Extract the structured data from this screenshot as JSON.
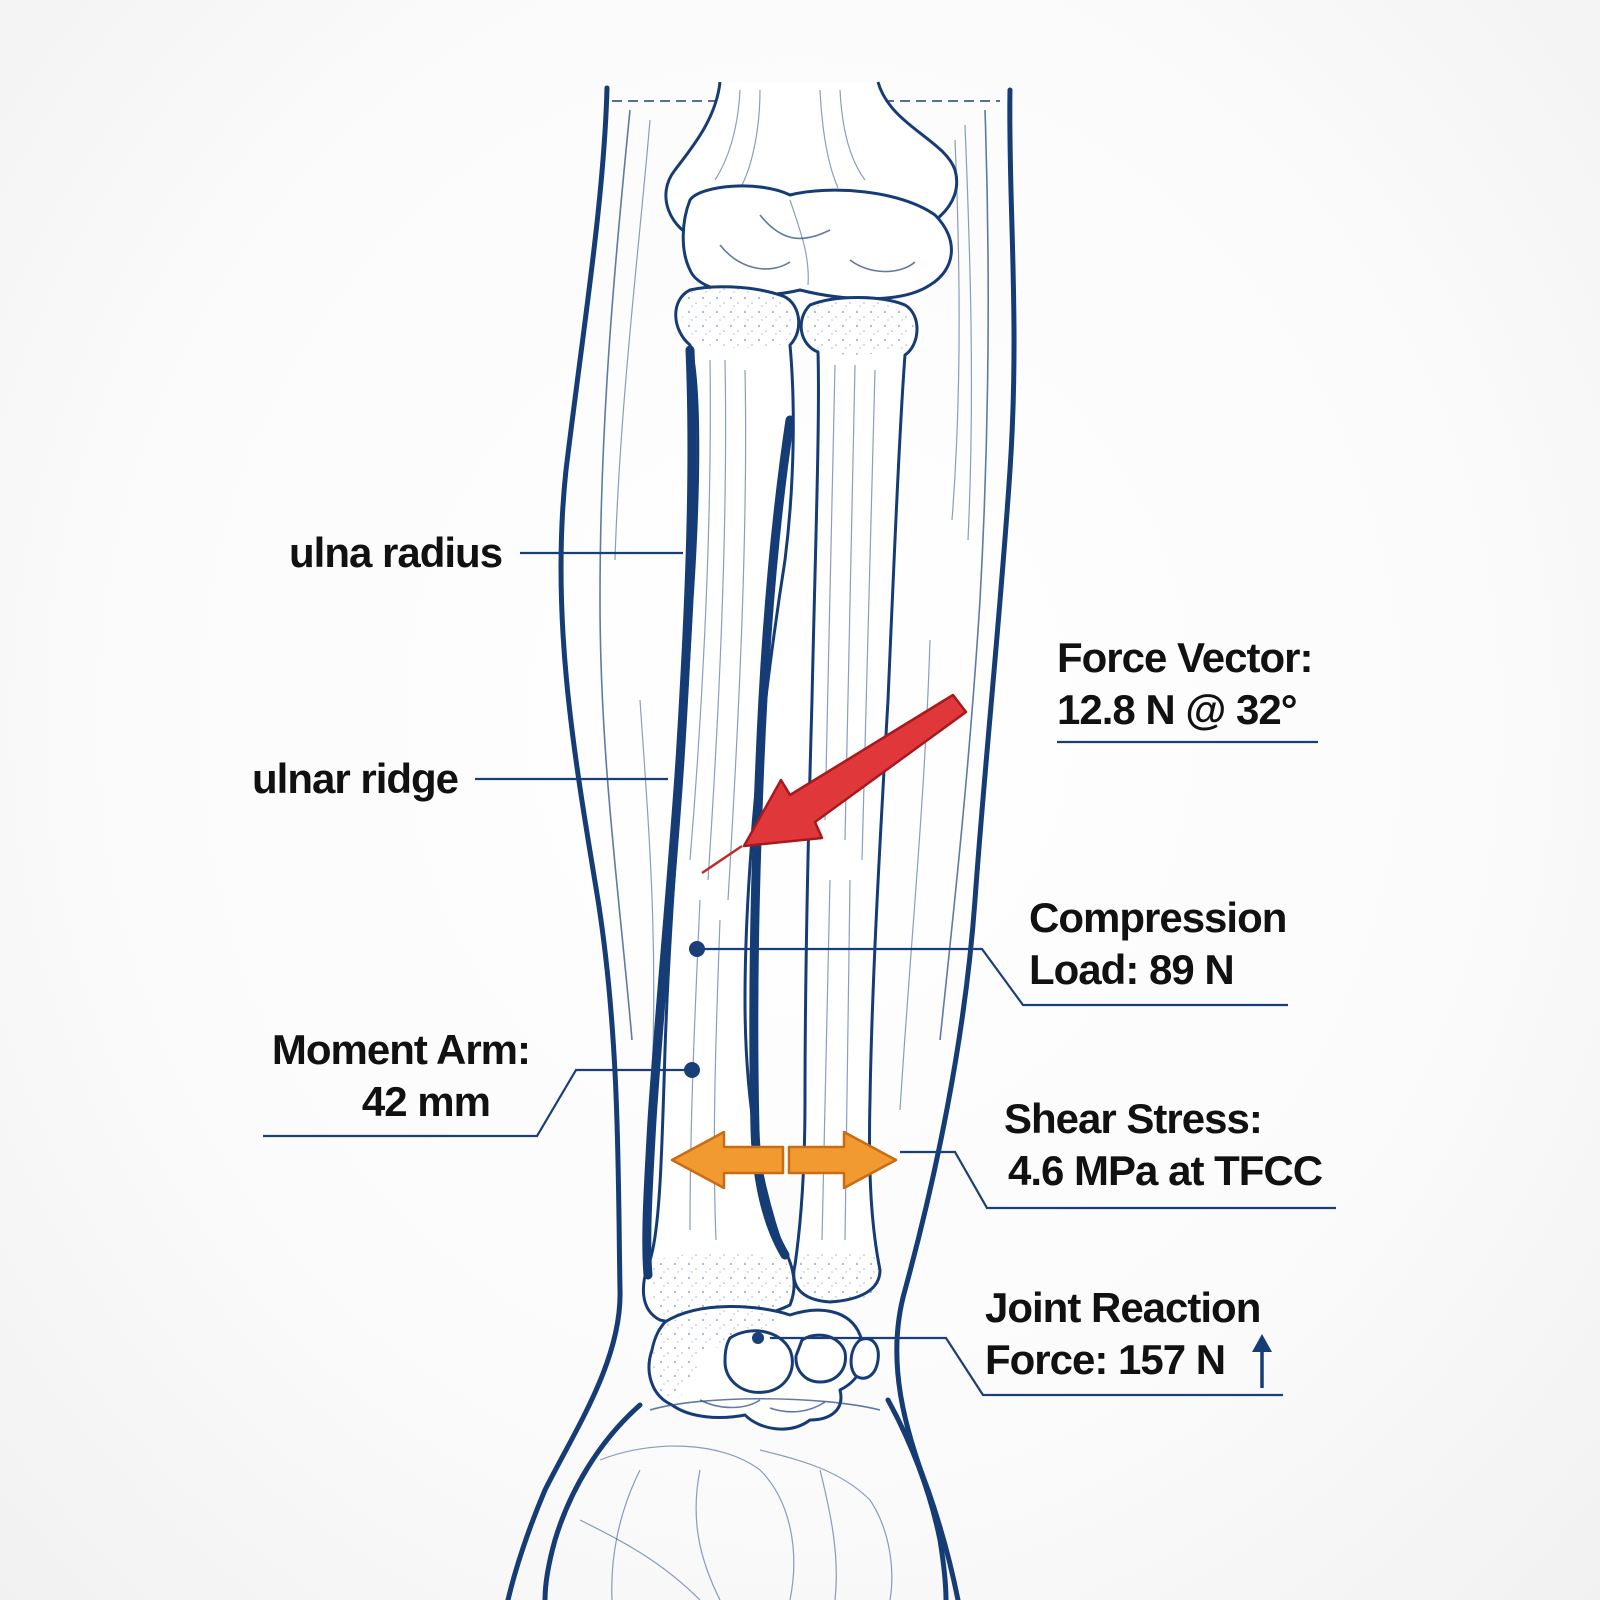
{
  "labels": {
    "ulna_radius": "ulna radius",
    "ulnar_ridge": "ulnar ridge",
    "force_vector": {
      "line1": "Force Vector:",
      "line2": "12.8 N @ 32°"
    },
    "compression": {
      "line1": "Compression",
      "line2": "Load: 89 N"
    },
    "moment_arm": {
      "line1": "Moment Arm:",
      "line2": "42 mm"
    },
    "shear_stress": {
      "line1": "Shear Stress:",
      "line2": "4.6 MPa at TFCC"
    },
    "joint_reaction": {
      "line1": "Joint Reaction",
      "line2": "Force: 157 N"
    }
  },
  "colors": {
    "line_art": "#163c75",
    "callout": "#1a3f78",
    "force_arrow": "#e0383a",
    "shear_arrow": "#f29a32",
    "text": "#111111"
  },
  "icons": {
    "force_arrow": "red-diagonal-arrow",
    "shear_arrows": "orange-double-arrow",
    "joint_reaction_arrow": "up-arrow"
  }
}
